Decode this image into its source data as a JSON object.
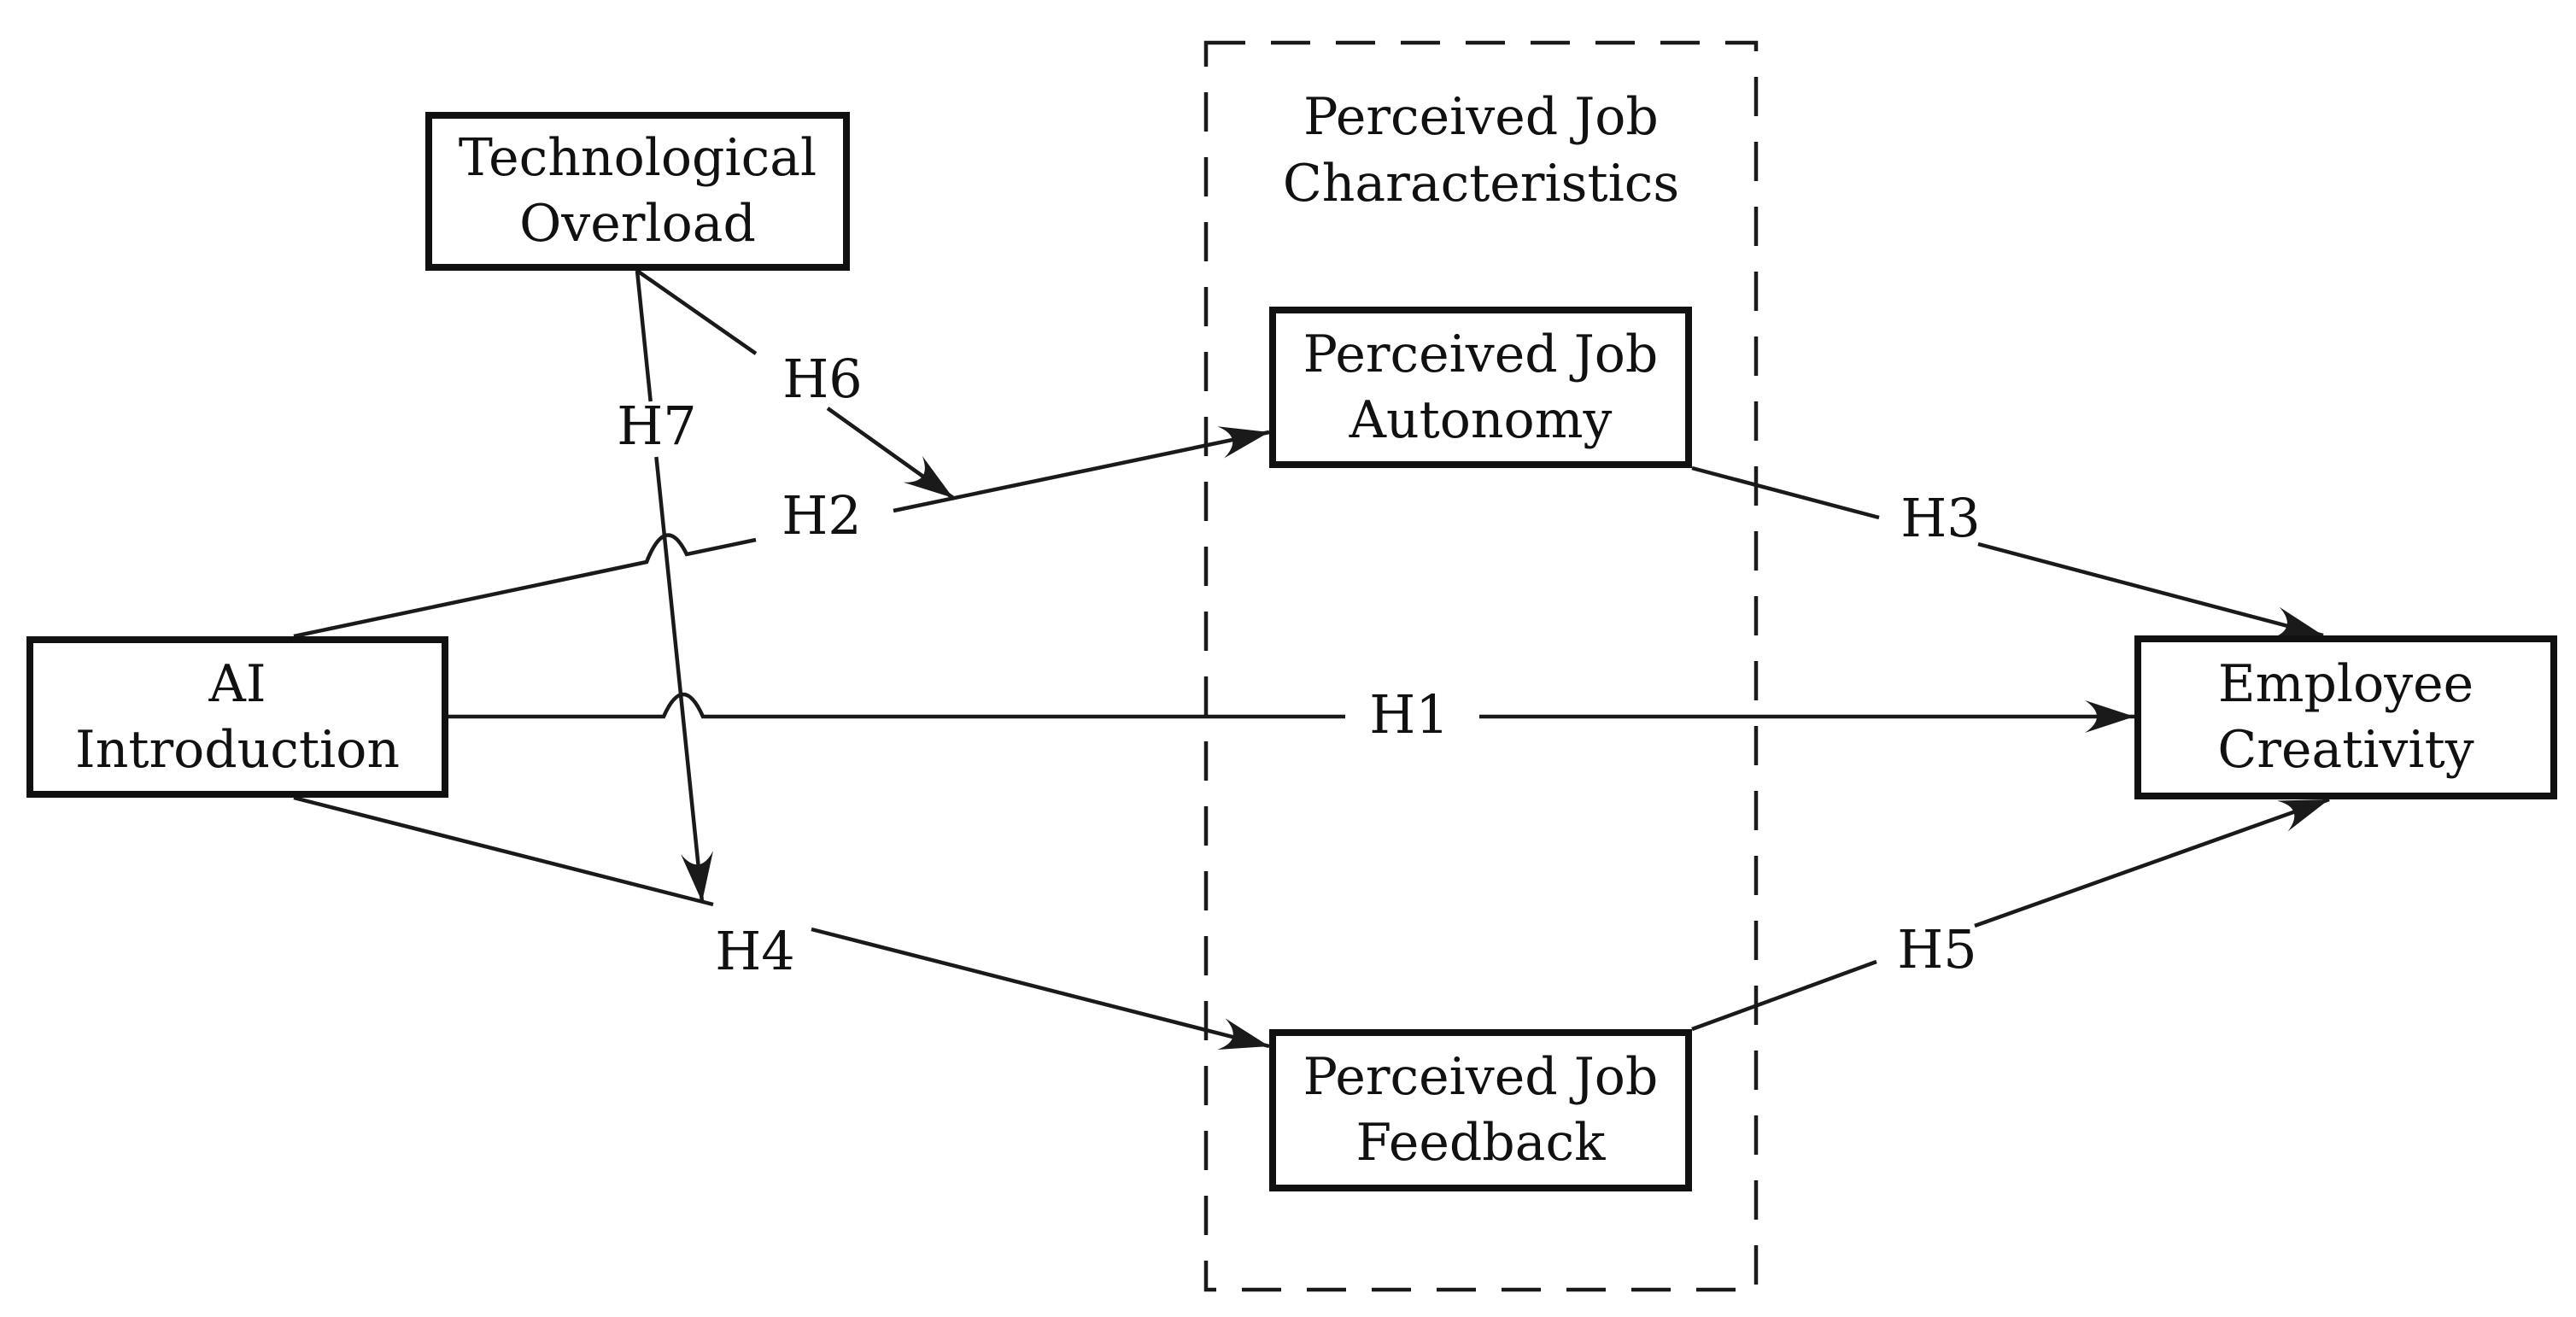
{
  "figure": {
    "type": "hypothesis-path-diagram",
    "background_color": "#ffffff",
    "line_color": "#1a1a1a"
  },
  "nodes": {
    "technological_overload": {
      "l1": "Technological",
      "l2": "Overload"
    },
    "ai_introduction": {
      "l1": "AI",
      "l2": "Introduction"
    },
    "perceived_job_autonomy": {
      "l1": "Perceived Job",
      "l2": "Autonomy"
    },
    "perceived_job_feedback": {
      "l1": "Perceived Job",
      "l2": "Feedback"
    },
    "employee_creativity": {
      "l1": "Employee",
      "l2": "Creativity"
    }
  },
  "group": {
    "l1": "Perceived Job",
    "l2": "Characteristics"
  },
  "hypotheses": {
    "h1": "H1",
    "h2": "H2",
    "h3": "H3",
    "h4": "H4",
    "h5": "H5",
    "h6": "H6",
    "h7": "H7"
  },
  "edges": [
    {
      "label": "H1",
      "from": "AI Introduction",
      "to": "Employee Creativity"
    },
    {
      "label": "H2",
      "from": "AI Introduction",
      "to": "Perceived Job Autonomy"
    },
    {
      "label": "H3",
      "from": "Perceived Job Autonomy",
      "to": "Employee Creativity"
    },
    {
      "label": "H4",
      "from": "AI Introduction",
      "to": "Perceived Job Feedback"
    },
    {
      "label": "H5",
      "from": "Perceived Job Feedback",
      "to": "Employee Creativity"
    },
    {
      "label": "H6",
      "from": "Technological Overload",
      "to": "H2 path (AI Introduction → Perceived Job Autonomy)"
    },
    {
      "label": "H7",
      "from": "Technological Overload",
      "to": "H4 path (AI Introduction → Perceived Job Feedback)"
    }
  ]
}
